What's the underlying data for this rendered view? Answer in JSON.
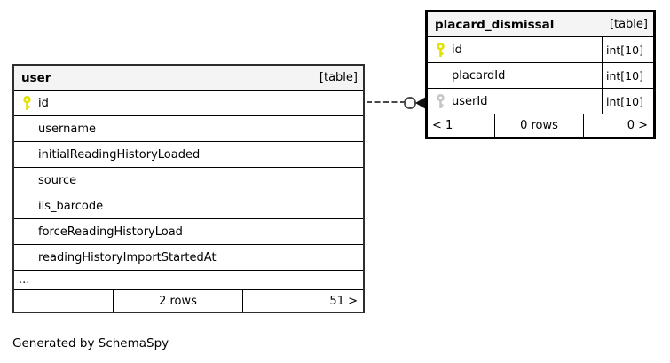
{
  "diagram": {
    "caption": "Generated by SchemaSpy"
  },
  "colors": {
    "header_bg": "#f4f4f4",
    "primary_key": "#e2e200",
    "foreign_key": "#c6c6c6",
    "connector": "#4a4a4a"
  },
  "tables": {
    "user": {
      "title": "user",
      "badge": "[table]",
      "columns": [
        {
          "name": "id",
          "key": "primary-key"
        },
        {
          "name": "username"
        },
        {
          "name": "initialReadingHistoryLoaded"
        },
        {
          "name": "source"
        },
        {
          "name": "ils_barcode"
        },
        {
          "name": "forceReadingHistoryLoad"
        },
        {
          "name": "readingHistoryImportStartedAt"
        }
      ],
      "ellipsis": "...",
      "footer": {
        "left": "",
        "center": "2 rows",
        "right": "51 >"
      }
    },
    "placard_dismissal": {
      "title": "placard_dismissal",
      "badge": "[table]",
      "columns": [
        {
          "name": "id",
          "type": "int[10]",
          "key": "primary-key"
        },
        {
          "name": "placardId",
          "type": "int[10]"
        },
        {
          "name": "userId",
          "type": "int[10]",
          "key": "foreign-key"
        }
      ],
      "footer": {
        "left": "< 1",
        "center": "0 rows",
        "right": "0 >"
      }
    }
  }
}
